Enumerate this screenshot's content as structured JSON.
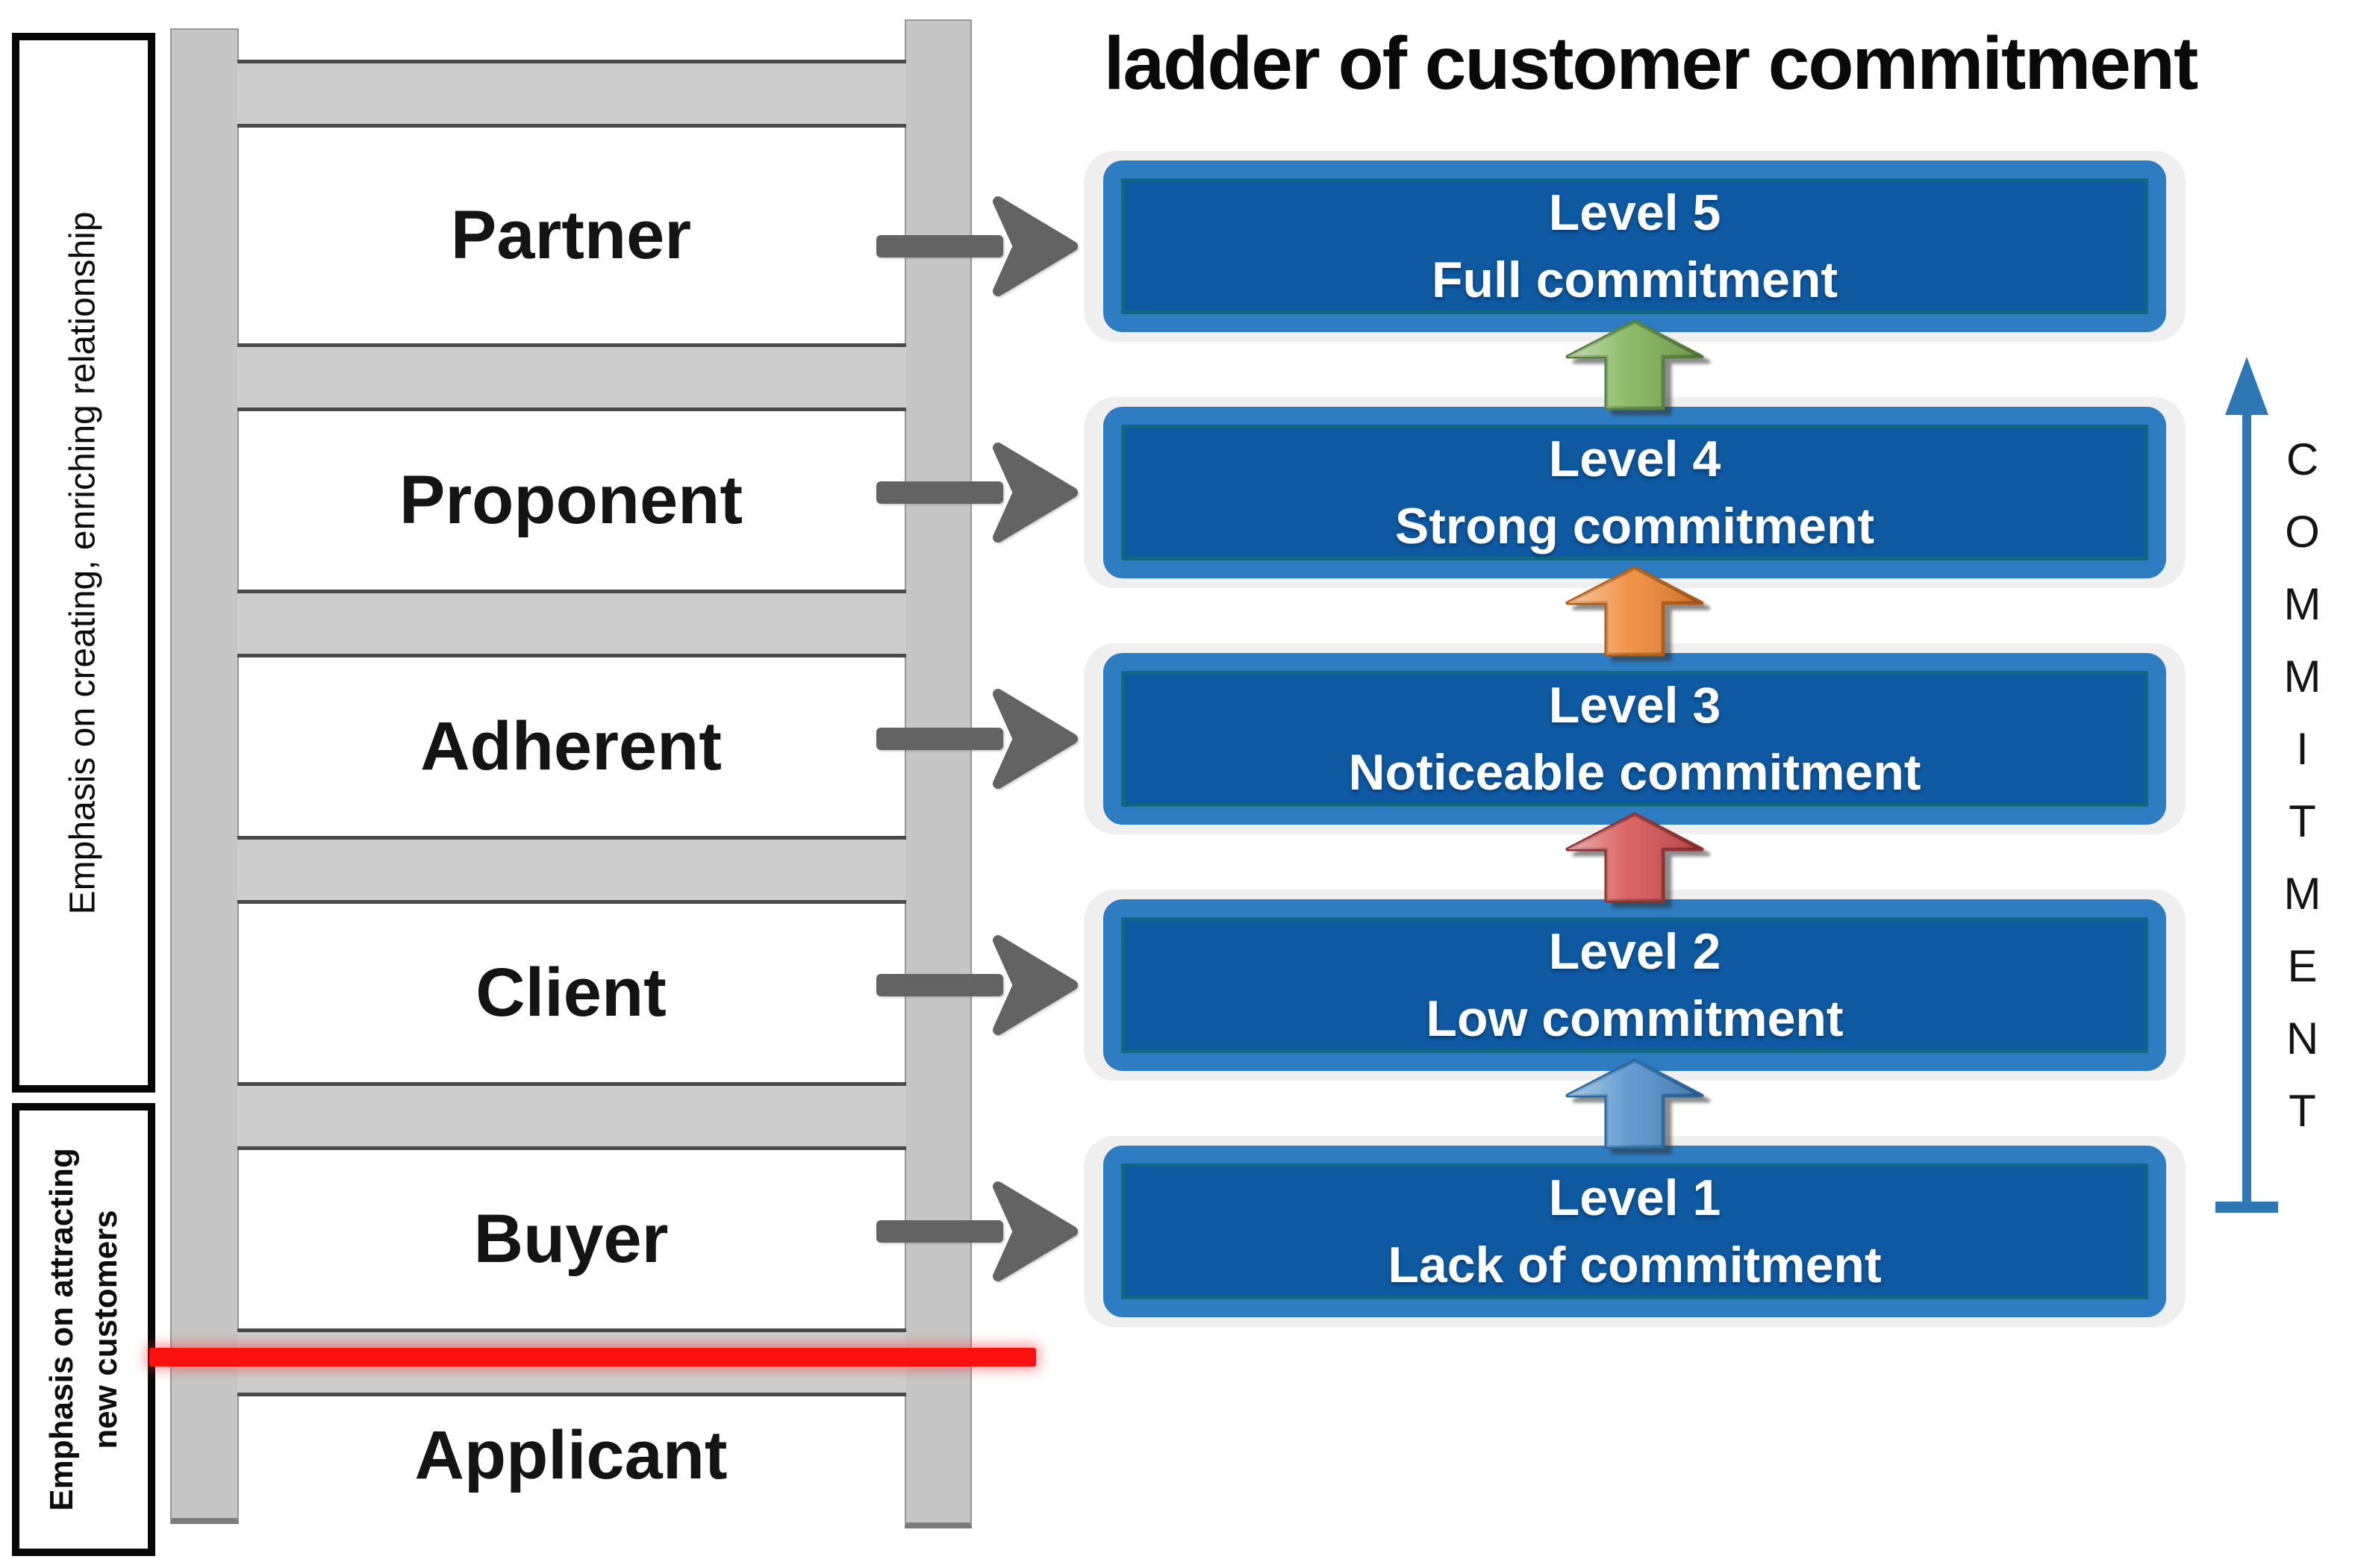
{
  "title": "ladder of customer commitment",
  "side_labels": {
    "top": "Emphasis on creating, enriching relationship",
    "bottom_line1": "Emphasis on attracting",
    "bottom_line2": "new customers"
  },
  "ladder": {
    "steps": [
      "Partner",
      "Proponent",
      "Adherent",
      "Client",
      "Buyer",
      "Applicant"
    ]
  },
  "levels": [
    {
      "title": "Level 5",
      "subtitle": "Full commitment"
    },
    {
      "title": "Level 4",
      "subtitle": "Strong commitment"
    },
    {
      "title": "Level 3",
      "subtitle": "Noticeable commitment"
    },
    {
      "title": "Level 2",
      "subtitle": "Low commitment"
    },
    {
      "title": "Level 1",
      "subtitle": "Lack of commitment"
    }
  ],
  "axis": {
    "label": "COMMITMENT"
  },
  "colors": {
    "level_box_fill": "#0e59a2",
    "level_box_border": "#2e7cc1",
    "card_background": "#efefef",
    "arrow_green": "#7fb254",
    "arrow_green_dark": "#55823a",
    "arrow_orange": "#ef8632",
    "arrow_orange_dark": "#b55d15",
    "arrow_red": "#d4504e",
    "arrow_red_dark": "#932f2e",
    "arrow_blue": "#4f8fca",
    "arrow_blue_dark": "#28679f",
    "arrow_gray": "#636363",
    "axis_blue": "#2e77b5",
    "red_line": "#fb1010",
    "rail_gray": "#c6c6c6",
    "rung_gray": "#cdcdcd"
  }
}
